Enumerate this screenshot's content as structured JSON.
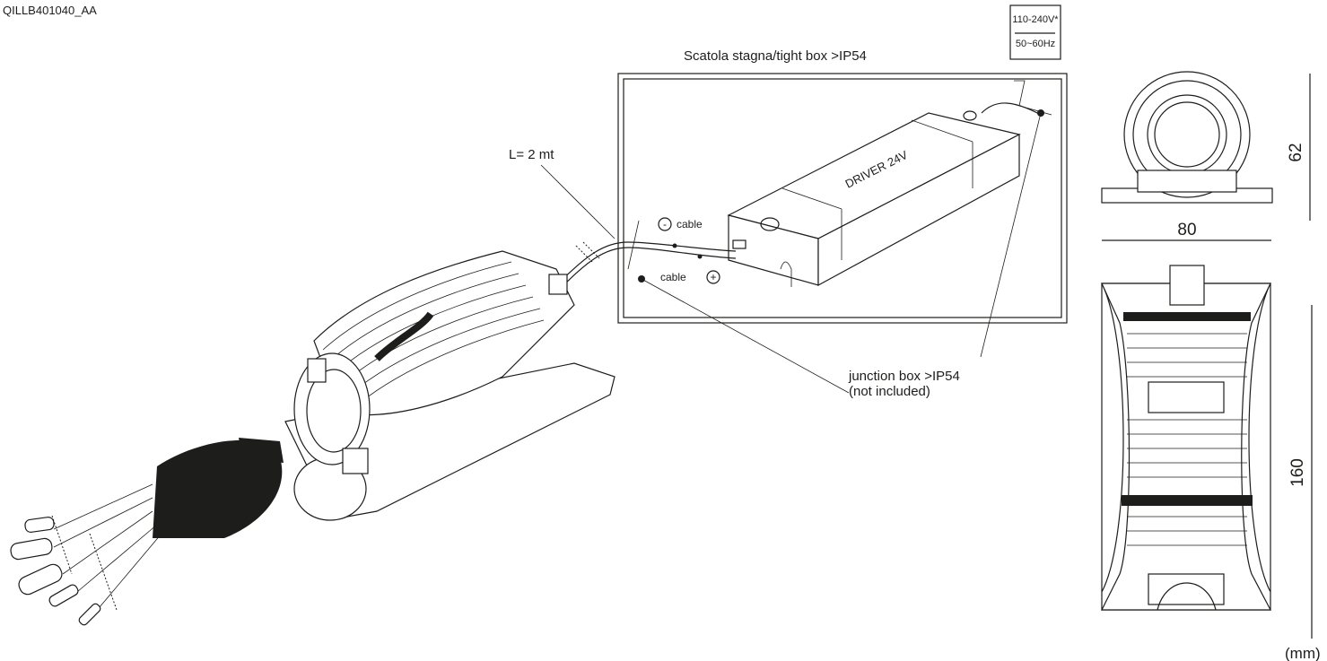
{
  "code": "QILLB401040_AA",
  "power": {
    "voltage": "110-240V*",
    "frequency": "50~60Hz"
  },
  "box_title": "Scatola stagna/tight box >IP54",
  "cable_length": "L= 2 mt",
  "driver_label": "DRIVER 24V",
  "cable_neg": {
    "sign": "-",
    "label": "cable"
  },
  "cable_pos": {
    "sign": "+",
    "label": "cable"
  },
  "junction": {
    "line1": "junction box >IP54",
    "line2": "(not included)"
  },
  "dimensions": {
    "height_front": "62",
    "width": "80",
    "length": "160",
    "unit": "(mm)"
  }
}
